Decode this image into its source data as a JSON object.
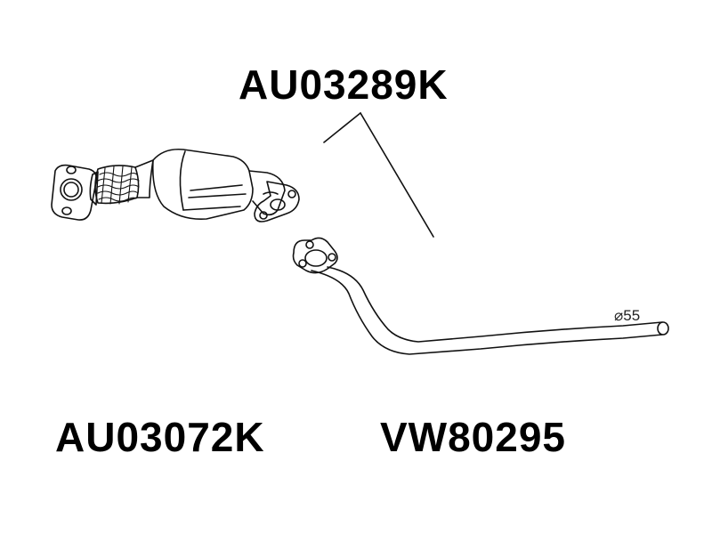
{
  "labels": {
    "top_part_number": "AU03289K",
    "catalytic_converter_part_number": "AU03072K",
    "front_pipe_part_number": "VW80295"
  },
  "annotations": {
    "pipe_diameter": "⌀55"
  },
  "colors": {
    "line": "#000000",
    "background": "#ffffff"
  }
}
